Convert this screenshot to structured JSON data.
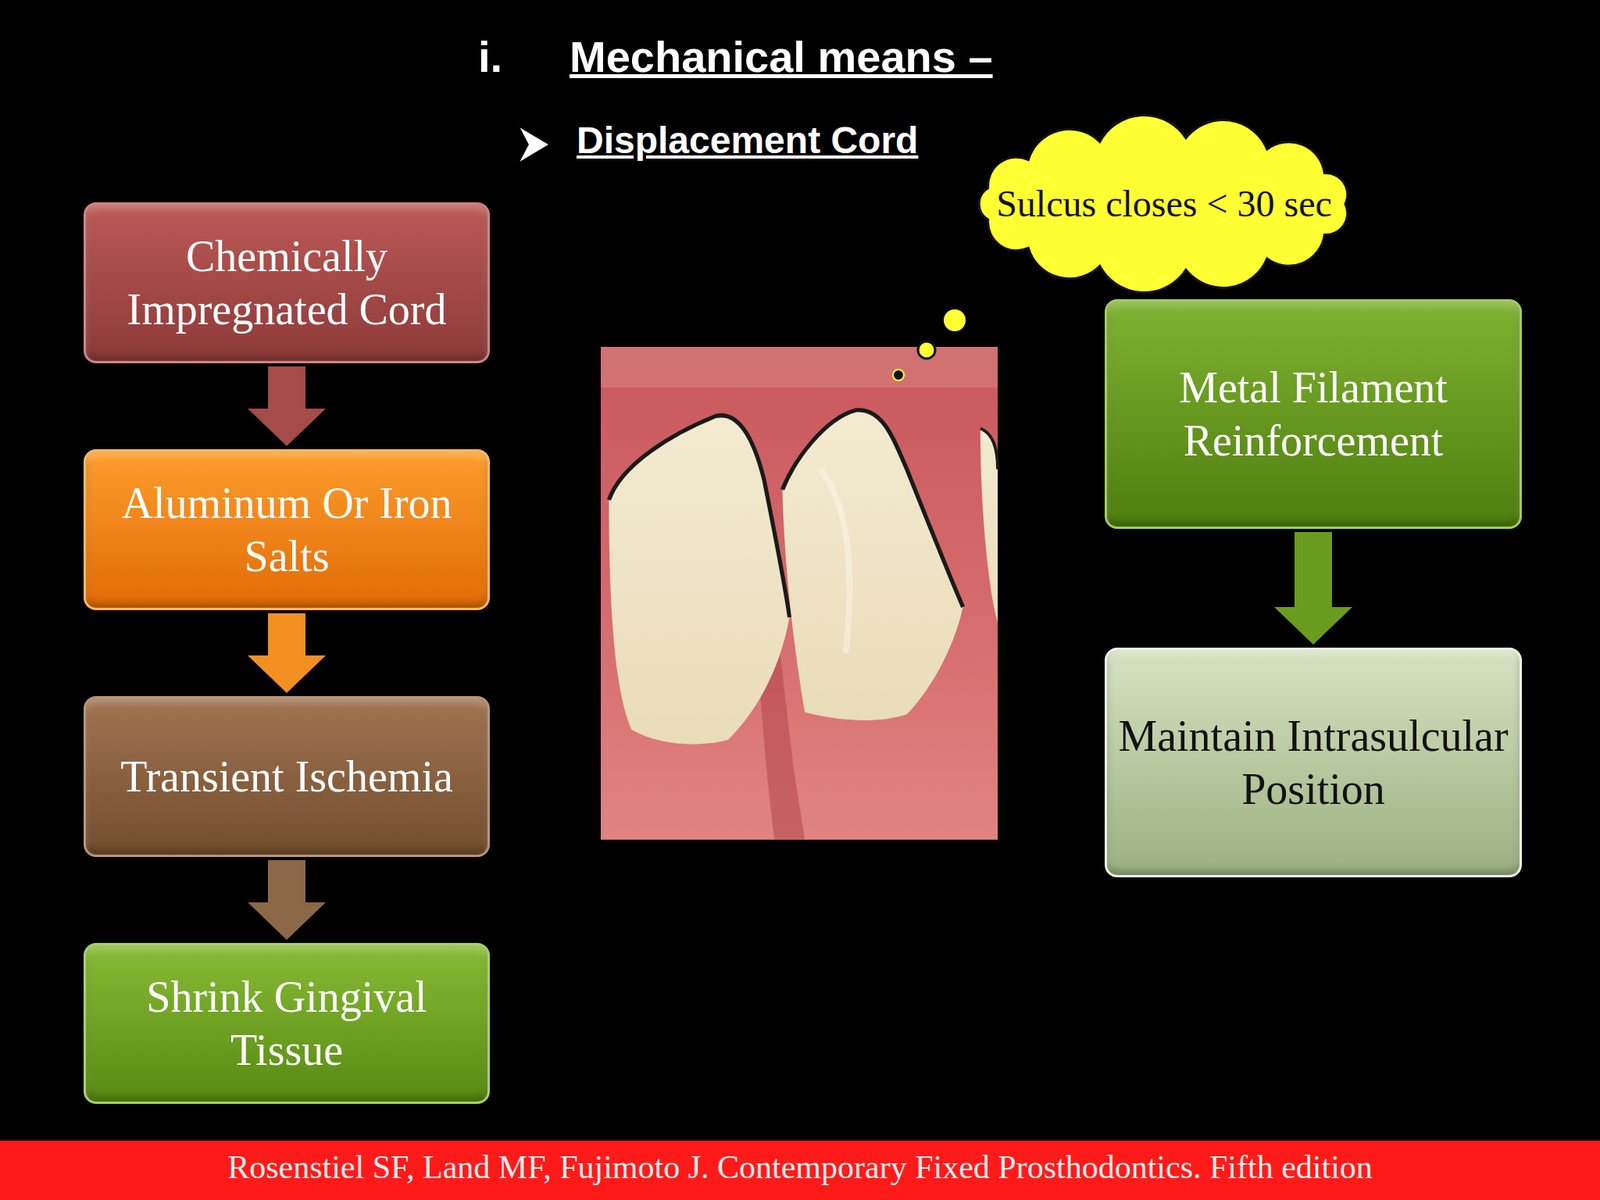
{
  "diagram": {
    "title": "Mechanical means –",
    "caption": "Rosenstiel SF, Land MF, Fujimoto J. Contemporary Fixed Prosthodontics. Fifth edition",
    "nodes": [
      {
        "text": [
          "Chemically Impregnated Cord"
        ]
      },
      {
        "text": [
          "Aluminum Or Iron Salts"
        ]
      },
      {
        "text": [
          "Transient Ischemia"
        ]
      },
      {
        "text": [
          "Shrink Gingival Tissue"
        ]
      },
      {
        "text": [
          "Sulcus closes < 30 sec"
        ]
      },
      {
        "text": [
          "Metal Filament Reinforcement"
        ]
      },
      {
        "text": [
          "Maintain Intrasulcular Position"
        ]
      }
    ],
    "edges": [
      {
        "from": 0,
        "to": 1,
        "arrow": "to"
      },
      {
        "from": 1,
        "to": 2,
        "arrow": "to"
      },
      {
        "from": 2,
        "to": 3,
        "arrow": "to"
      },
      {
        "from": 5,
        "to": 6,
        "arrow": "to"
      }
    ],
    "labels": [
      "i.",
      "Displacement Cord"
    ]
  }
}
